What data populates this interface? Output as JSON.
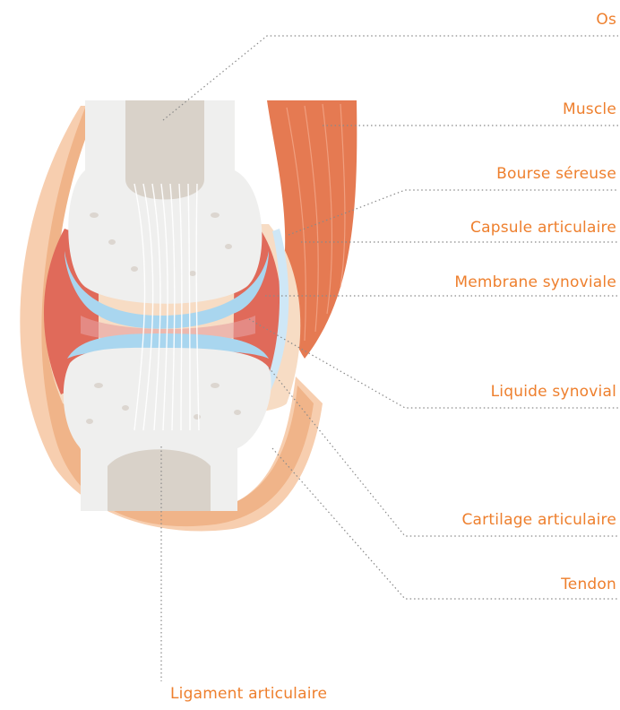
{
  "colors": {
    "label": "#ee7f2d",
    "leader": "#8a8a8a",
    "bone_outer": "#efefee",
    "bone_marrow": "#d9d2c9",
    "cartilage": "#a9d6ef",
    "synovial": "#e06a5a",
    "muscle": "#e57a52",
    "soft_tissue": "#f6c9a6"
  },
  "labels": {
    "os": "Os",
    "muscle": "Muscle",
    "bourse": "Bourse séreuse",
    "capsule": "Capsule articulaire",
    "membrane": "Membrane synoviale",
    "liquide": "Liquide synovial",
    "cartilage": "Cartilage articulaire",
    "tendon": "Tendon",
    "ligament": "Ligament articulaire"
  }
}
